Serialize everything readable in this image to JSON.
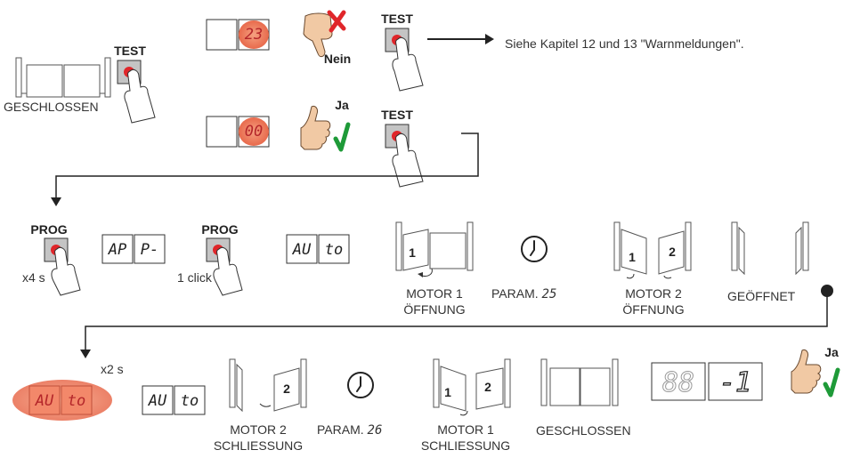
{
  "labels": {
    "geschlossen": "GESCHLOSSEN",
    "test": "TEST",
    "prog": "PROG",
    "nein": "Nein",
    "ja": "Ja",
    "x4s": "x4 s",
    "click": "1 click",
    "x2s": "x2 s",
    "siehe": "Siehe Kapitel 12 und 13 \"Warnmeldungen\".",
    "motor1_open_1": "MOTOR 1",
    "motor1_open_2": "ÖFFNUNG",
    "param25": "PARAM.",
    "param25_val": "25",
    "motor2_open_1": "MOTOR 2",
    "motor2_open_2": "ÖFFNUNG",
    "geoeffnet": "GEÖFFNET",
    "motor2_close_1": "MOTOR 2",
    "motor2_close_2": "SCHLIESSUNG",
    "param26": "PARAM.",
    "param26_val": "26",
    "motor1_close_1": "MOTOR 1",
    "motor1_close_2": "SCHLIESSUNG",
    "geschlossen2": "GESCHLOSSEN"
  },
  "displays": {
    "d23": "23",
    "d00": "00",
    "ap": "AP",
    "p": "P-",
    "au1": "AU",
    "to1": "to",
    "au2": "AU",
    "to2": "to",
    "au3": "AU",
    "to3": "to",
    "blank": "88",
    "run": "-1"
  },
  "leaf_numbers": {
    "m1_open": "1",
    "m2_open_a": "1",
    "m2_open_b": "2",
    "m2_close": "2",
    "m1_close_a": "1",
    "m1_close_b": "2"
  },
  "colors": {
    "red": "#e0262a",
    "green": "#1e9a38",
    "display_glow": "#f07050",
    "line": "#333333",
    "button": "#b9b9b9"
  }
}
